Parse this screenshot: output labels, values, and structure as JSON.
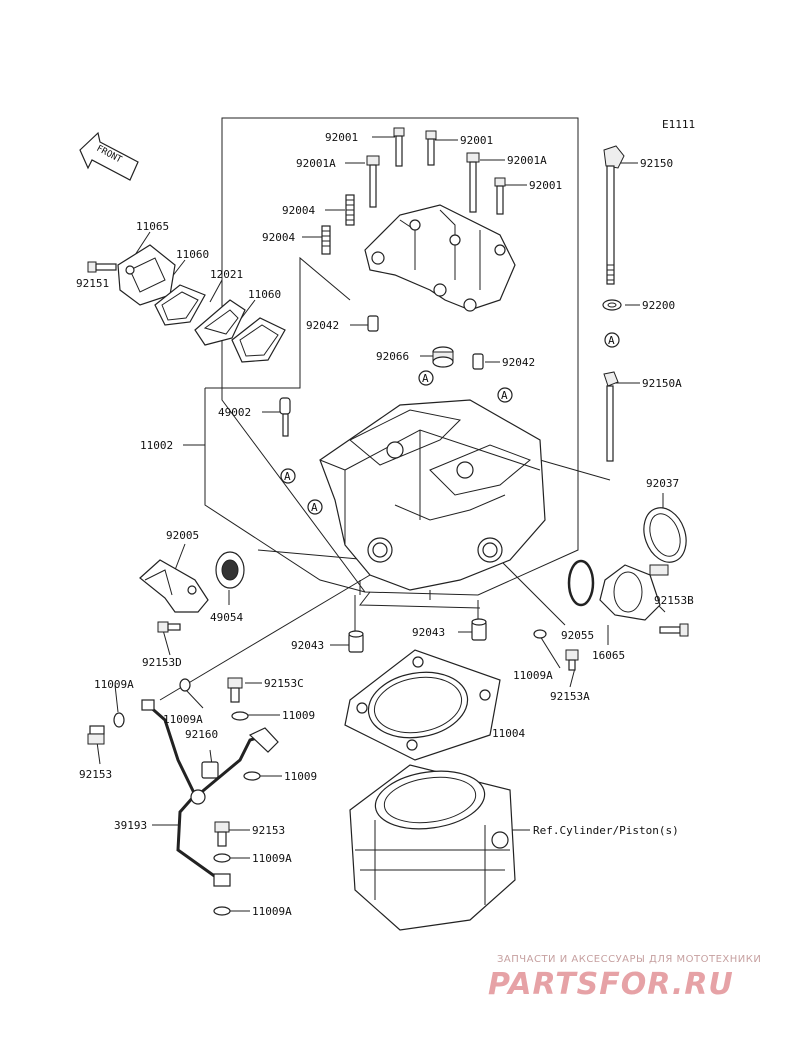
{
  "diagram_code": "E1111",
  "front_label": "FRONT",
  "callouts": {
    "p92001_a": "92001",
    "p92001_b": "92001",
    "p92001A_a": "92001A",
    "p92001A_b": "92001A",
    "p92001_c": "92001",
    "p92004_a": "92004",
    "p92004_b": "92004",
    "p92042_a": "92042",
    "p92066": "92066",
    "p92042_b": "92042",
    "p49002": "49002",
    "p11002": "11002",
    "p11065": "11065",
    "p11060_a": "11060",
    "p12021": "12021",
    "p11060_b": "11060",
    "p92151": "92151",
    "p92150": "92150",
    "p92200": "92200",
    "p92150A": "92150A",
    "p92037": "92037",
    "p92153B": "92153B",
    "p16065": "16065",
    "p92055": "92055",
    "p92005": "92005",
    "p49054": "49054",
    "p92153D": "92153D",
    "p92043_a": "92043",
    "p92043_b": "92043",
    "p11009A_r": "11009A",
    "p92153A": "92153A",
    "p11004": "11004",
    "p11009A_l1": "11009A",
    "p11009A_l2": "11009A",
    "p92153C": "92153C",
    "p11009_a": "11009",
    "p92160": "92160",
    "p11009_b": "11009",
    "p92153_a": "92153",
    "p39193": "39193",
    "p92153_b": "92153",
    "p11009A_b1": "11009A",
    "p11009A_b2": "11009A",
    "ref_cylinder": "Ref.Cylinder/Piston(s)"
  },
  "ref_marker": "A",
  "watermark": {
    "tagline": "ЗАПЧАСТИ И АКСЕССУАРЫ ДЛЯ МОТОТЕХНИКИ",
    "logo": "PARTSFOR.RU"
  }
}
